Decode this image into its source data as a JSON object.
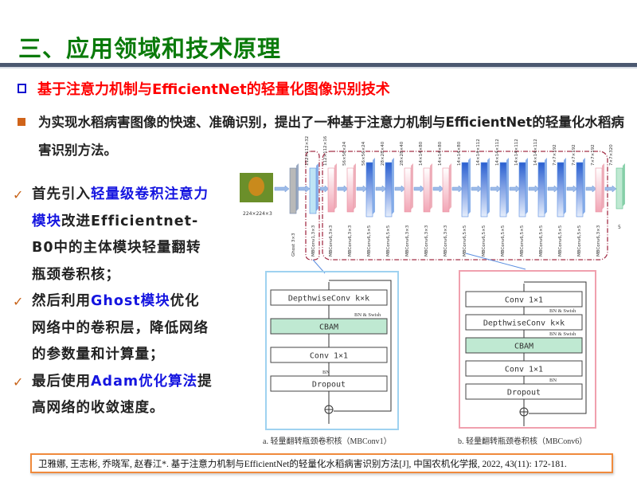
{
  "title": "三、应用领域和技术原理",
  "subtitle": "基于注意力机制与EfficientNet的轻量化图像识别技术",
  "intro": "为实现水稻病害图像的快速、准确识别，提出了一种基于注意力机制与EfficientNet的轻量化水稻病害识别方法。",
  "points": [
    {
      "pre": "首先引入",
      "hl": "轻量级卷积注意力模块",
      "post": "改进Efficientnet-B0中的主体模块轻量翻转瓶颈卷积核；"
    },
    {
      "pre": "然后利用",
      "hl": "Ghost模块",
      "post": "优化网络中的卷积层，降低网络的参数量和计算量；"
    },
    {
      "pre": "最后使用",
      "hl": "Adam优化算法",
      "post": "提高网络的收敛速度。"
    }
  ],
  "network": {
    "input_label": "224×224×3",
    "ghost_label": "Ghost 3×3",
    "mb1_label": "MBConv1,3×3",
    "mb1_dim": "112×112×32",
    "blocks": [
      {
        "label": "MBConv6,3×3",
        "dim": "112×112×16",
        "type": "pink"
      },
      {
        "label": "MBConv6,3×3",
        "dim": "56×56×24",
        "type": "pink"
      },
      {
        "label": "MBConv6,5×5",
        "dim": "56×56×24",
        "type": "blue"
      },
      {
        "label": "MBConv6,5×5",
        "dim": "28×28×40",
        "type": "blue"
      },
      {
        "label": "MBConv6,3×3",
        "dim": "28×28×40",
        "type": "pink"
      },
      {
        "label": "MBConv6,3×3",
        "dim": "14×14×80",
        "type": "pink"
      },
      {
        "label": "MBConv6,3×3",
        "dim": "14×14×80",
        "type": "pink"
      },
      {
        "label": "MBConv6,5×5",
        "dim": "14×14×80",
        "type": "blue"
      },
      {
        "label": "MBConv6,5×5",
        "dim": "14×14×112",
        "type": "blue"
      },
      {
        "label": "MBConv6,5×5",
        "dim": "14×14×112",
        "type": "blue"
      },
      {
        "label": "MBConv6,5×5",
        "dim": "14×14×112",
        "type": "blue"
      },
      {
        "label": "MBConv6,5×5",
        "dim": "14×14×112",
        "type": "blue"
      },
      {
        "label": "MBConv6,5×5",
        "dim": "7×7×192",
        "type": "blue"
      },
      {
        "label": "MBConv6,5×5",
        "dim": "7×7×192",
        "type": "blue"
      },
      {
        "label": "MBConv6,3×3",
        "dim": "7×7×192",
        "type": "pink"
      }
    ],
    "final_dim": "7×7×320",
    "output_label": "5"
  },
  "mbconv1": {
    "rows": [
      "DepthwiseConv k×k",
      "CBAM",
      "Conv 1×1",
      "Dropout"
    ],
    "notes": [
      "BN & Swish",
      "BN"
    ],
    "caption": "a.  轻量翻转瓶颈卷积核（MBConv1）"
  },
  "mbconv6": {
    "rows": [
      "Conv 1×1",
      "DepthwiseConv  k×k",
      "CBAM",
      "Conv 1×1",
      "Dropout"
    ],
    "notes": [
      "BN & Swish",
      "BN & Swish",
      "BN"
    ],
    "caption": "b.  轻量翻转瓶颈卷积核（MBConv6）"
  },
  "citation": "卫雅娜, 王志彬, 乔晓军, 赵春江*. 基于注意力机制与EfficientNet的轻量化水稻病害识别方法[J], 中国农机化学报, 2022, 43(11): 172-181.",
  "colors": {
    "title": "#0a7a0a",
    "subtitle": "#ff0000",
    "highlight": "#1515e0",
    "pink": "#f2a5b5",
    "blue": "#2a5fd0",
    "cbam": "#bfe9d2"
  }
}
